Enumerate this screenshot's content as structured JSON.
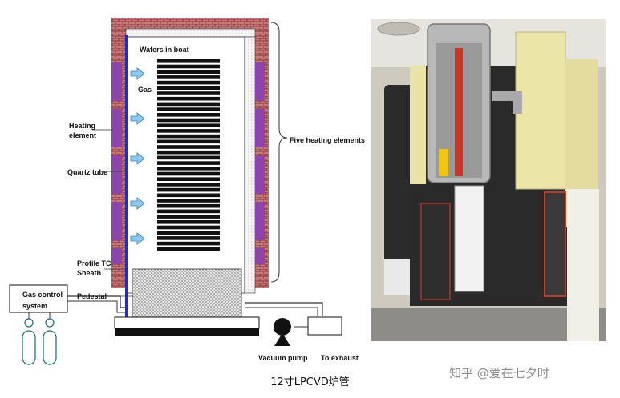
{
  "diagram": {
    "labels": {
      "wafers_in_boat": "Wafers in boat",
      "gas": "Gas",
      "heating_element": [
        "Heating",
        "element"
      ],
      "quartz_tube": "Quartz tube",
      "five_heating_elements": "Five heating elements",
      "profile_tc": [
        "Profile TC",
        "Sheath"
      ],
      "pedestal": "Pedestal",
      "gas_control": [
        "Gas control",
        "system"
      ],
      "vacuum_pump": "Vacuum pump",
      "to_exhaust": "To exhaust"
    }
  },
  "caption": "12寸LPCVD炉管",
  "watermark": "知乎 @爱在七夕时",
  "colors": {
    "furnace_brick": "#8b3a3a",
    "heating_element": "#8e44ad",
    "quartz_line": "#1f2cc9",
    "gas_arrow": "#5dade2"
  },
  "icons": [
    "arrow-right-icon",
    "gas-cylinder-icon",
    "vacuum-pump-icon"
  ]
}
